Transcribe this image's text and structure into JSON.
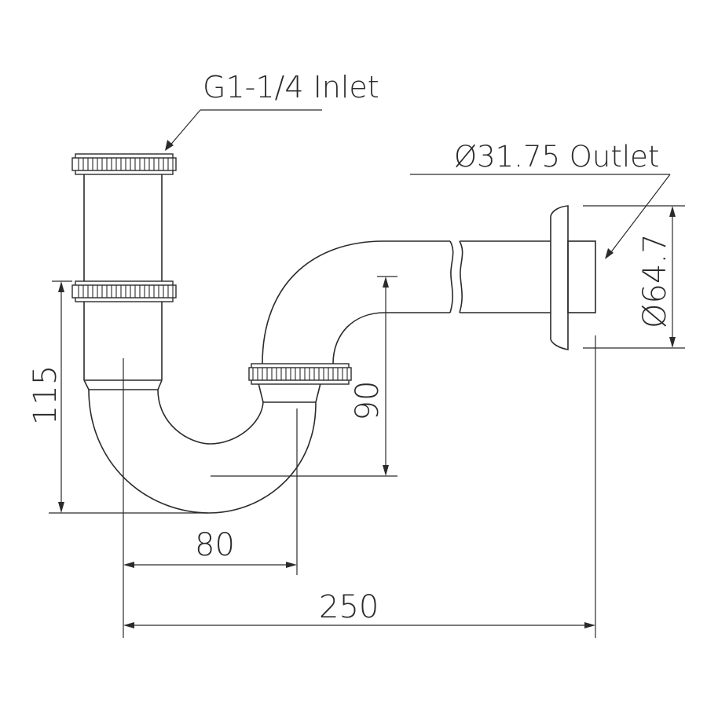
{
  "drawing": {
    "title": "P-trap technical drawing",
    "line_color": "#2b2b2b",
    "background": "#ffffff"
  },
  "callouts": {
    "inlet": "G1-1/4 Inlet",
    "outlet": "Ø31.75 Outlet"
  },
  "dimensions": {
    "height_inlet_to_bottom": "115",
    "seal_depth": "90",
    "flange_diameter": "Ø64.7",
    "horizontal_offset": "80",
    "overall_length": "250"
  }
}
